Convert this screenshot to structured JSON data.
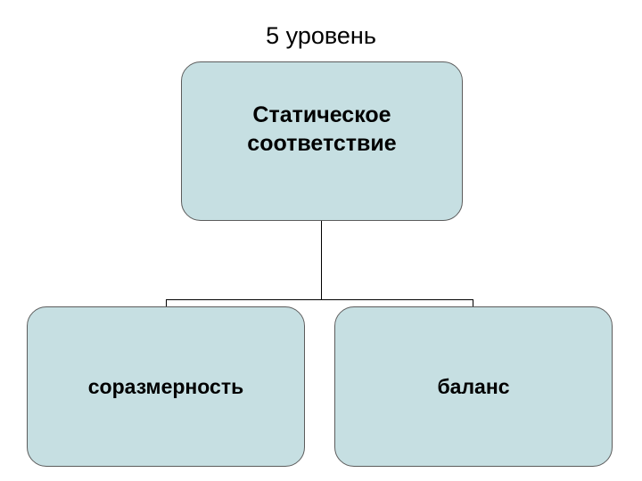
{
  "slide": {
    "title": "5 уровень",
    "background_color": "#ffffff"
  },
  "diagram": {
    "node_fill_color": "#c6dfe2",
    "node_border_color": "#5c5c5c",
    "connector_color": "#000000",
    "root": {
      "label": "Статическое\nсоответствие"
    },
    "children": [
      {
        "label": "соразмерность"
      },
      {
        "label": "баланс"
      }
    ]
  }
}
